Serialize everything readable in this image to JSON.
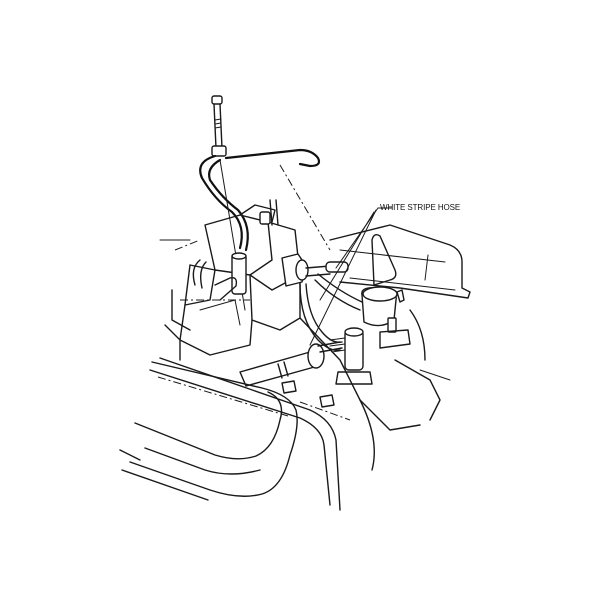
{
  "diagram": {
    "type": "technical-line-illustration",
    "subject": "engine top with carburetor, vacuum hoses and valve covers",
    "callouts": [
      {
        "label": "WHITE STRIPE HOSE",
        "leader_target": "hose fitting at carburetor side"
      }
    ],
    "colors": {
      "line": "#1a1a1a",
      "background": "#ffffff"
    }
  }
}
